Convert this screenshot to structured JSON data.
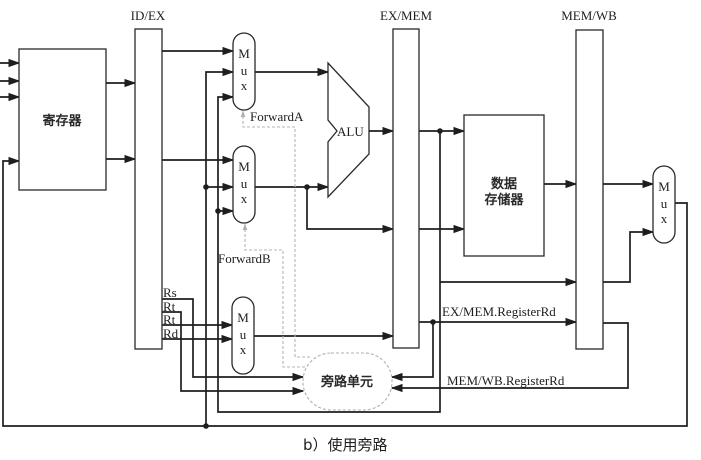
{
  "figure": {
    "caption": "b）使用旁路",
    "pipeline_registers": {
      "id_ex": "ID/EX",
      "ex_mem": "EX/MEM",
      "mem_wb": "MEM/WB"
    },
    "blocks": {
      "register_file": "寄存器",
      "alu": "ALU",
      "data_memory_line1": "数据",
      "data_memory_line2": "存储器",
      "forwarding_unit": "旁路单元"
    },
    "mux_label": [
      "M",
      "u",
      "x"
    ],
    "control_signals": {
      "forward_a": "ForwardA",
      "forward_b": "ForwardB"
    },
    "signals": {
      "rs": "Rs",
      "rt_1": "Rt",
      "rt_2": "Rt",
      "rd": "Rd",
      "ex_mem_register_rd": "EX/MEM.RegisterRd",
      "mem_wb_register_rd": "MEM/WB.RegisterRd"
    }
  }
}
